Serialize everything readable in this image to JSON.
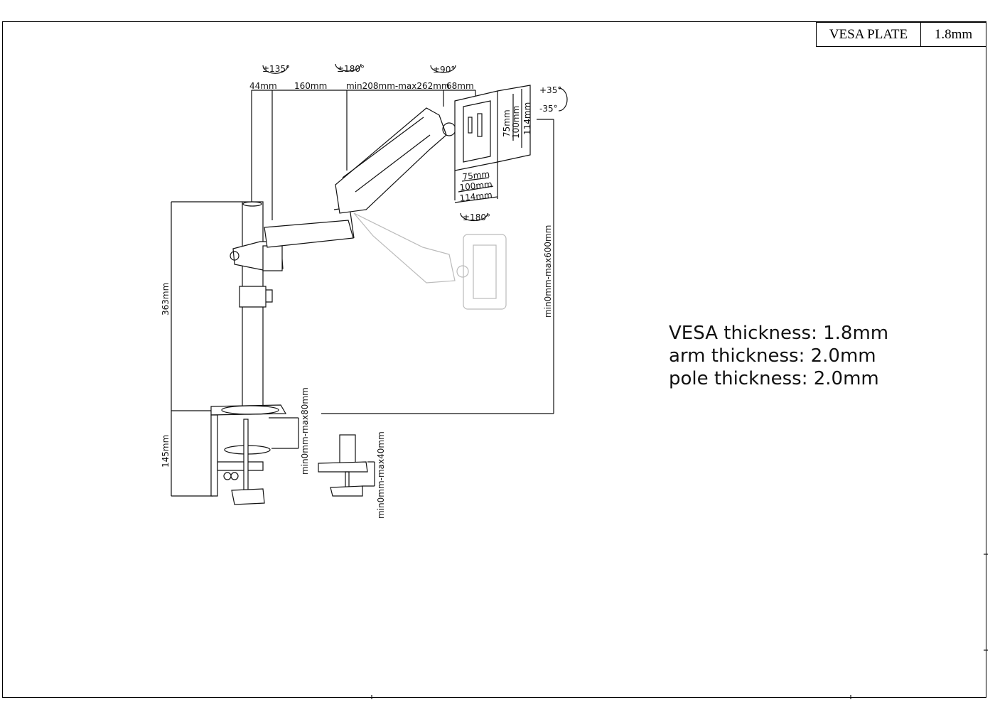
{
  "title_block": {
    "label": "VESA PLATE",
    "value": "1.8mm"
  },
  "notes": [
    "VESA thickness: 1.8mm",
    "arm thickness: 2.0mm",
    "pole thickness: 2.0mm"
  ],
  "rotations": {
    "r1": "±135°",
    "r2": "±180°",
    "r3": "±90°",
    "r4": "±180°",
    "tilt_up": "+35°",
    "tilt_down": "-35°"
  },
  "dimensions": {
    "d44": "44mm",
    "d160": "160mm",
    "arm_range": "min208mm-max262mm",
    "d68": "68mm",
    "vesa_v75": "75mm",
    "vesa_v100": "100mm",
    "vesa_v114": "114mm",
    "vesa_h75": "75mm",
    "vesa_h100": "100mm",
    "vesa_h114": "114mm",
    "height_range": "min0mm-max600mm",
    "pole_height": "363mm",
    "clamp_height": "145mm",
    "clamp_range": "min0mm-max80mm",
    "grommet_range": "min0mm-max40mm"
  }
}
